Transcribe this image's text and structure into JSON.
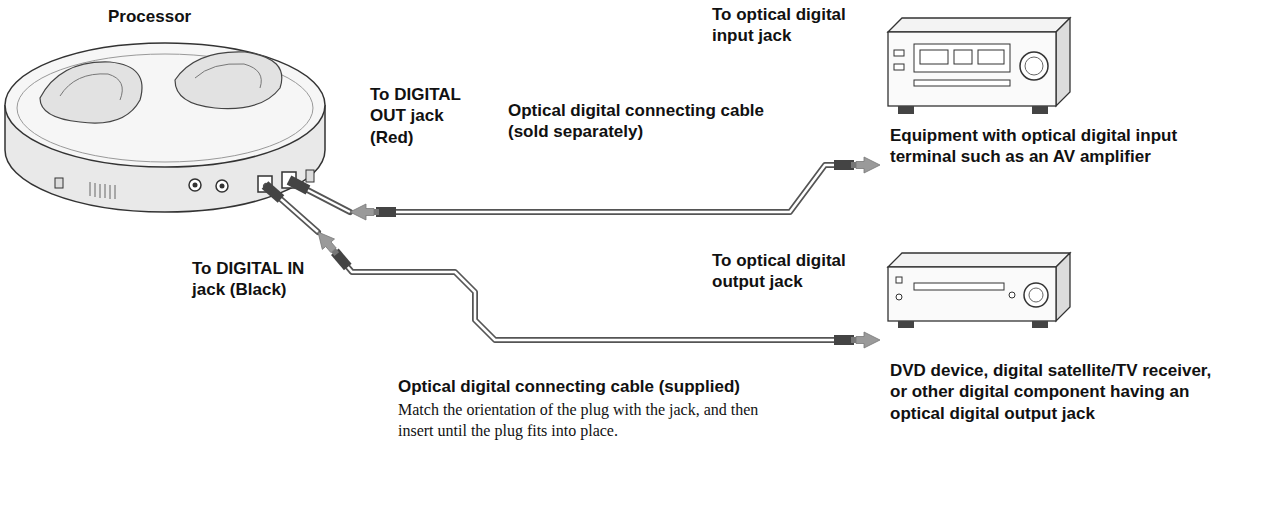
{
  "diagram": {
    "nodes": [
      {
        "text": [
          "Processor"
        ]
      },
      {
        "text": [
          "Equipment with optical digital input terminal such as an AV amplifier"
        ]
      },
      {
        "text": [
          "DVD device, digital satellite/TV receiver, or other digital component having an optical digital output jack"
        ]
      }
    ],
    "edges": [
      {
        "from": 0,
        "to": 1,
        "arrow": "both"
      },
      {
        "from": 0,
        "to": 2,
        "arrow": "both"
      }
    ],
    "labels": [
      "To DIGITAL OUT jack (Red)",
      "To DIGITAL IN jack (Black)",
      "To optical digital input jack",
      "Optical digital connecting cable (sold separately)",
      "To optical digital output jack",
      "Optical digital connecting cable (supplied)",
      "Match the orientation of the plug with the jack, and then insert until the plug fits into place."
    ]
  }
}
